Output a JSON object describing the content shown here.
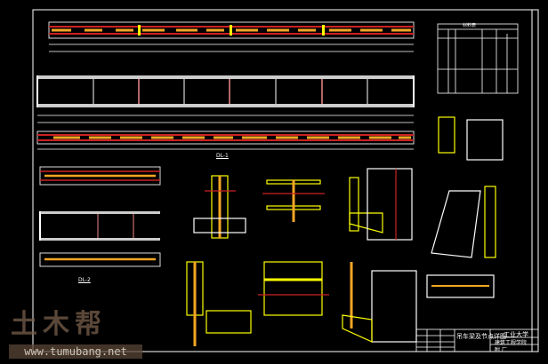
{
  "drawing": {
    "section_labels": [
      "DL-1",
      "DL-2"
    ],
    "title_block": {
      "drawing_title": "吊车梁及节点详图",
      "school": "工业大学",
      "department": "建筑工程学院",
      "sheet_note": "附 厂"
    },
    "table_title": "材料表"
  },
  "watermark": {
    "logo": "土木帮",
    "url": "www.tumubang.net"
  },
  "colors": {
    "line": "#ffffff",
    "weld": "#ffff00",
    "bolt": "#ffa500",
    "axis": "#cc2222",
    "background": "#000000"
  }
}
